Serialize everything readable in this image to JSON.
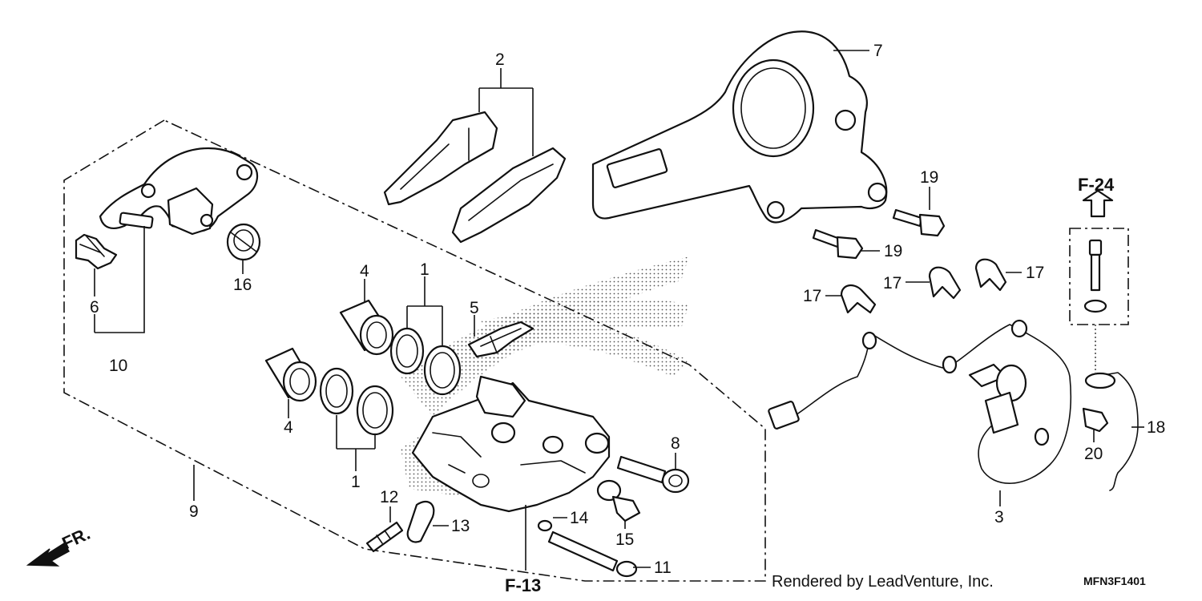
{
  "callouts": {
    "c1_upper": "1",
    "c1_lower": "1",
    "c2": "2",
    "c3": "3",
    "c4_upper": "4",
    "c4_lower": "4",
    "c5": "5",
    "c6": "6",
    "c7": "7",
    "c8": "8",
    "c9": "9",
    "c10": "10",
    "c11": "11",
    "c12": "12",
    "c13": "13",
    "c14": "14",
    "c15": "15",
    "c16": "16",
    "c17_a": "17",
    "c17_b": "17",
    "c17_c": "17",
    "c18": "18",
    "c19_a": "19",
    "c19_b": "19",
    "c20": "20"
  },
  "references": {
    "f24": "F-24",
    "f13": "F-13",
    "front_marker": "FR."
  },
  "footer": {
    "credit": "Rendered by LeadVenture, Inc.",
    "diagram_code": "MFN3F1401"
  }
}
